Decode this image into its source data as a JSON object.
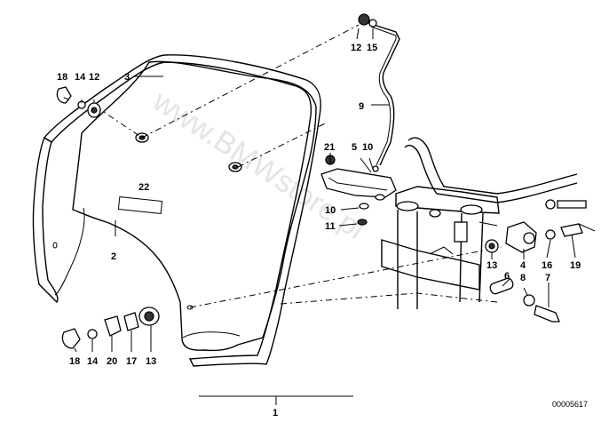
{
  "diagram": {
    "watermark": "www.BMWstore.pl",
    "reference_number": "00005617",
    "assembly_label": "1",
    "labels": [
      {
        "id": "l12a",
        "text": "12"
      },
      {
        "id": "l15",
        "text": "15"
      },
      {
        "id": "l3",
        "text": "3"
      },
      {
        "id": "l18a",
        "text": "18"
      },
      {
        "id": "l14a",
        "text": "14"
      },
      {
        "id": "l12b",
        "text": "12"
      },
      {
        "id": "l9",
        "text": "9"
      },
      {
        "id": "l21",
        "text": "21"
      },
      {
        "id": "l5",
        "text": "5"
      },
      {
        "id": "l10a",
        "text": "10"
      },
      {
        "id": "l22",
        "text": "22"
      },
      {
        "id": "l10b",
        "text": "10"
      },
      {
        "id": "l11",
        "text": "11"
      },
      {
        "id": "l2",
        "text": "2"
      },
      {
        "id": "l13a",
        "text": "13"
      },
      {
        "id": "l4",
        "text": "4"
      },
      {
        "id": "l16",
        "text": "16"
      },
      {
        "id": "l19",
        "text": "19"
      },
      {
        "id": "l6",
        "text": "6"
      },
      {
        "id": "l8",
        "text": "8"
      },
      {
        "id": "l7",
        "text": "7"
      },
      {
        "id": "l18b",
        "text": "18"
      },
      {
        "id": "l14b",
        "text": "14"
      },
      {
        "id": "l20",
        "text": "20"
      },
      {
        "id": "l17",
        "text": "17"
      },
      {
        "id": "l13b",
        "text": "13"
      }
    ]
  }
}
